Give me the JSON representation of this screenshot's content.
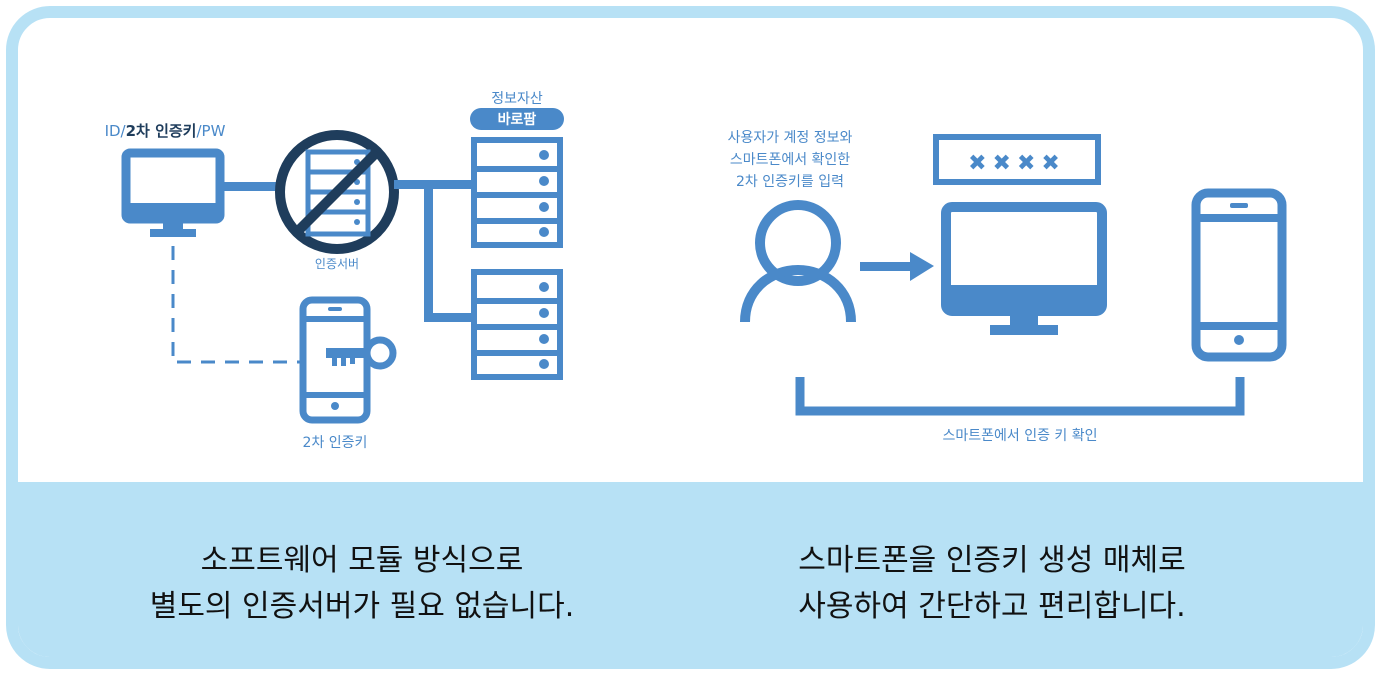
{
  "colors": {
    "primary_blue": "#4a89c9",
    "dark_navy": "#1f3d5c",
    "frame_light_blue": "#b7e1f5",
    "text_dark": "#111111"
  },
  "left_panel": {
    "pc_label_prefix": "ID/",
    "pc_label_bold": "2차 인증키",
    "pc_label_suffix": "/PW",
    "auth_server_label": "인증서버",
    "info_asset_label": "정보자산",
    "product_badge": "바로팜",
    "phone_label": "2차 인증키"
  },
  "right_panel": {
    "user_text_lines": [
      "사용자가 계정 정보와",
      "스마트폰에서 확인한",
      "2차 인증키를 입력"
    ],
    "password_mask": "✖✖✖✖",
    "bracket_label": "스마트폰에서 인증 키 확인"
  },
  "captions": {
    "left_line1": "소프트웨어 모듈 방식으로",
    "left_line2": "별도의 인증서버가 필요 없습니다.",
    "right_line1": "스마트폰을 인증키 생성 매체로",
    "right_line2": "사용하여 간단하고 편리합니다."
  }
}
